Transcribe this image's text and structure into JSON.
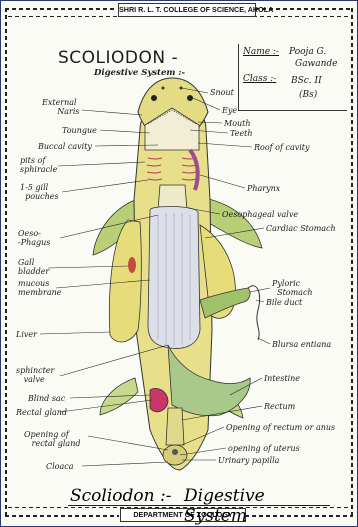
{
  "header": {
    "college": "SHRI R. L. T. COLLEGE OF SCIENCE, AKOLA",
    "department": "DEPARTMENT OF ZOOLOGY"
  },
  "title": {
    "main": "SCOLIODON -",
    "sub": "Digestive System :-"
  },
  "student": {
    "name_label": "Name :-",
    "name_value": "Pooja G.",
    "surname": "Gawande",
    "class_label": "Class :-",
    "class_value": "BSc. II",
    "section": "(Bs)"
  },
  "labels": {
    "external_naris": "External\n      Naris",
    "snout": "Snout",
    "eye": "Eye",
    "mouth": "Mouth",
    "toungue": "Toungue",
    "teeth": "Teeth",
    "buccal_cavity": "Buccal cavity",
    "roof_of_cavity": "Roof of cavity",
    "pits_of_sphiracle": "pits of\nsphiracle",
    "gill_pouches": "1-5 gill\n  pouches",
    "pharynx": "Pharynx",
    "oesophageal_valve": "Oesophageal valve",
    "oesophagus": "Oeso-\n-Phagus",
    "cardiac_stomach": "Cardiac Stomach",
    "gall_bladder": "Gall\nbladder",
    "mucous_membrane": "mucous\nmembrane",
    "pyloric_stomach": "Pyloric\n  Stomach",
    "bile_duct": "Bile duct",
    "liver": "Liver",
    "blursa_entiana": "Blursa entiana",
    "sphincter_valve": "sphincter\n   valve",
    "intestine": "Intestine",
    "blind_sac": "Blind sac",
    "rectum": "Rectum",
    "rectal_gland": "Rectal gland",
    "opening_rectum_anus": "Opening of rectum or anus",
    "opening_rectal_gland": "Opening of\n   rectal gland",
    "opening_uterus": "opening of uterus",
    "urinary_papilla": "Urinary papilla",
    "cloaca": "Cloaca"
  },
  "footer_title": {
    "left": "Scoliodon :-",
    "right": "Digestive System"
  },
  "colors": {
    "body_yellow": "#e8df8a",
    "fin_green": "#b9cf77",
    "intestine_green": "#a9c98a",
    "rectal_gland": "#c8366a",
    "liver": "#e6dd7a"
  }
}
